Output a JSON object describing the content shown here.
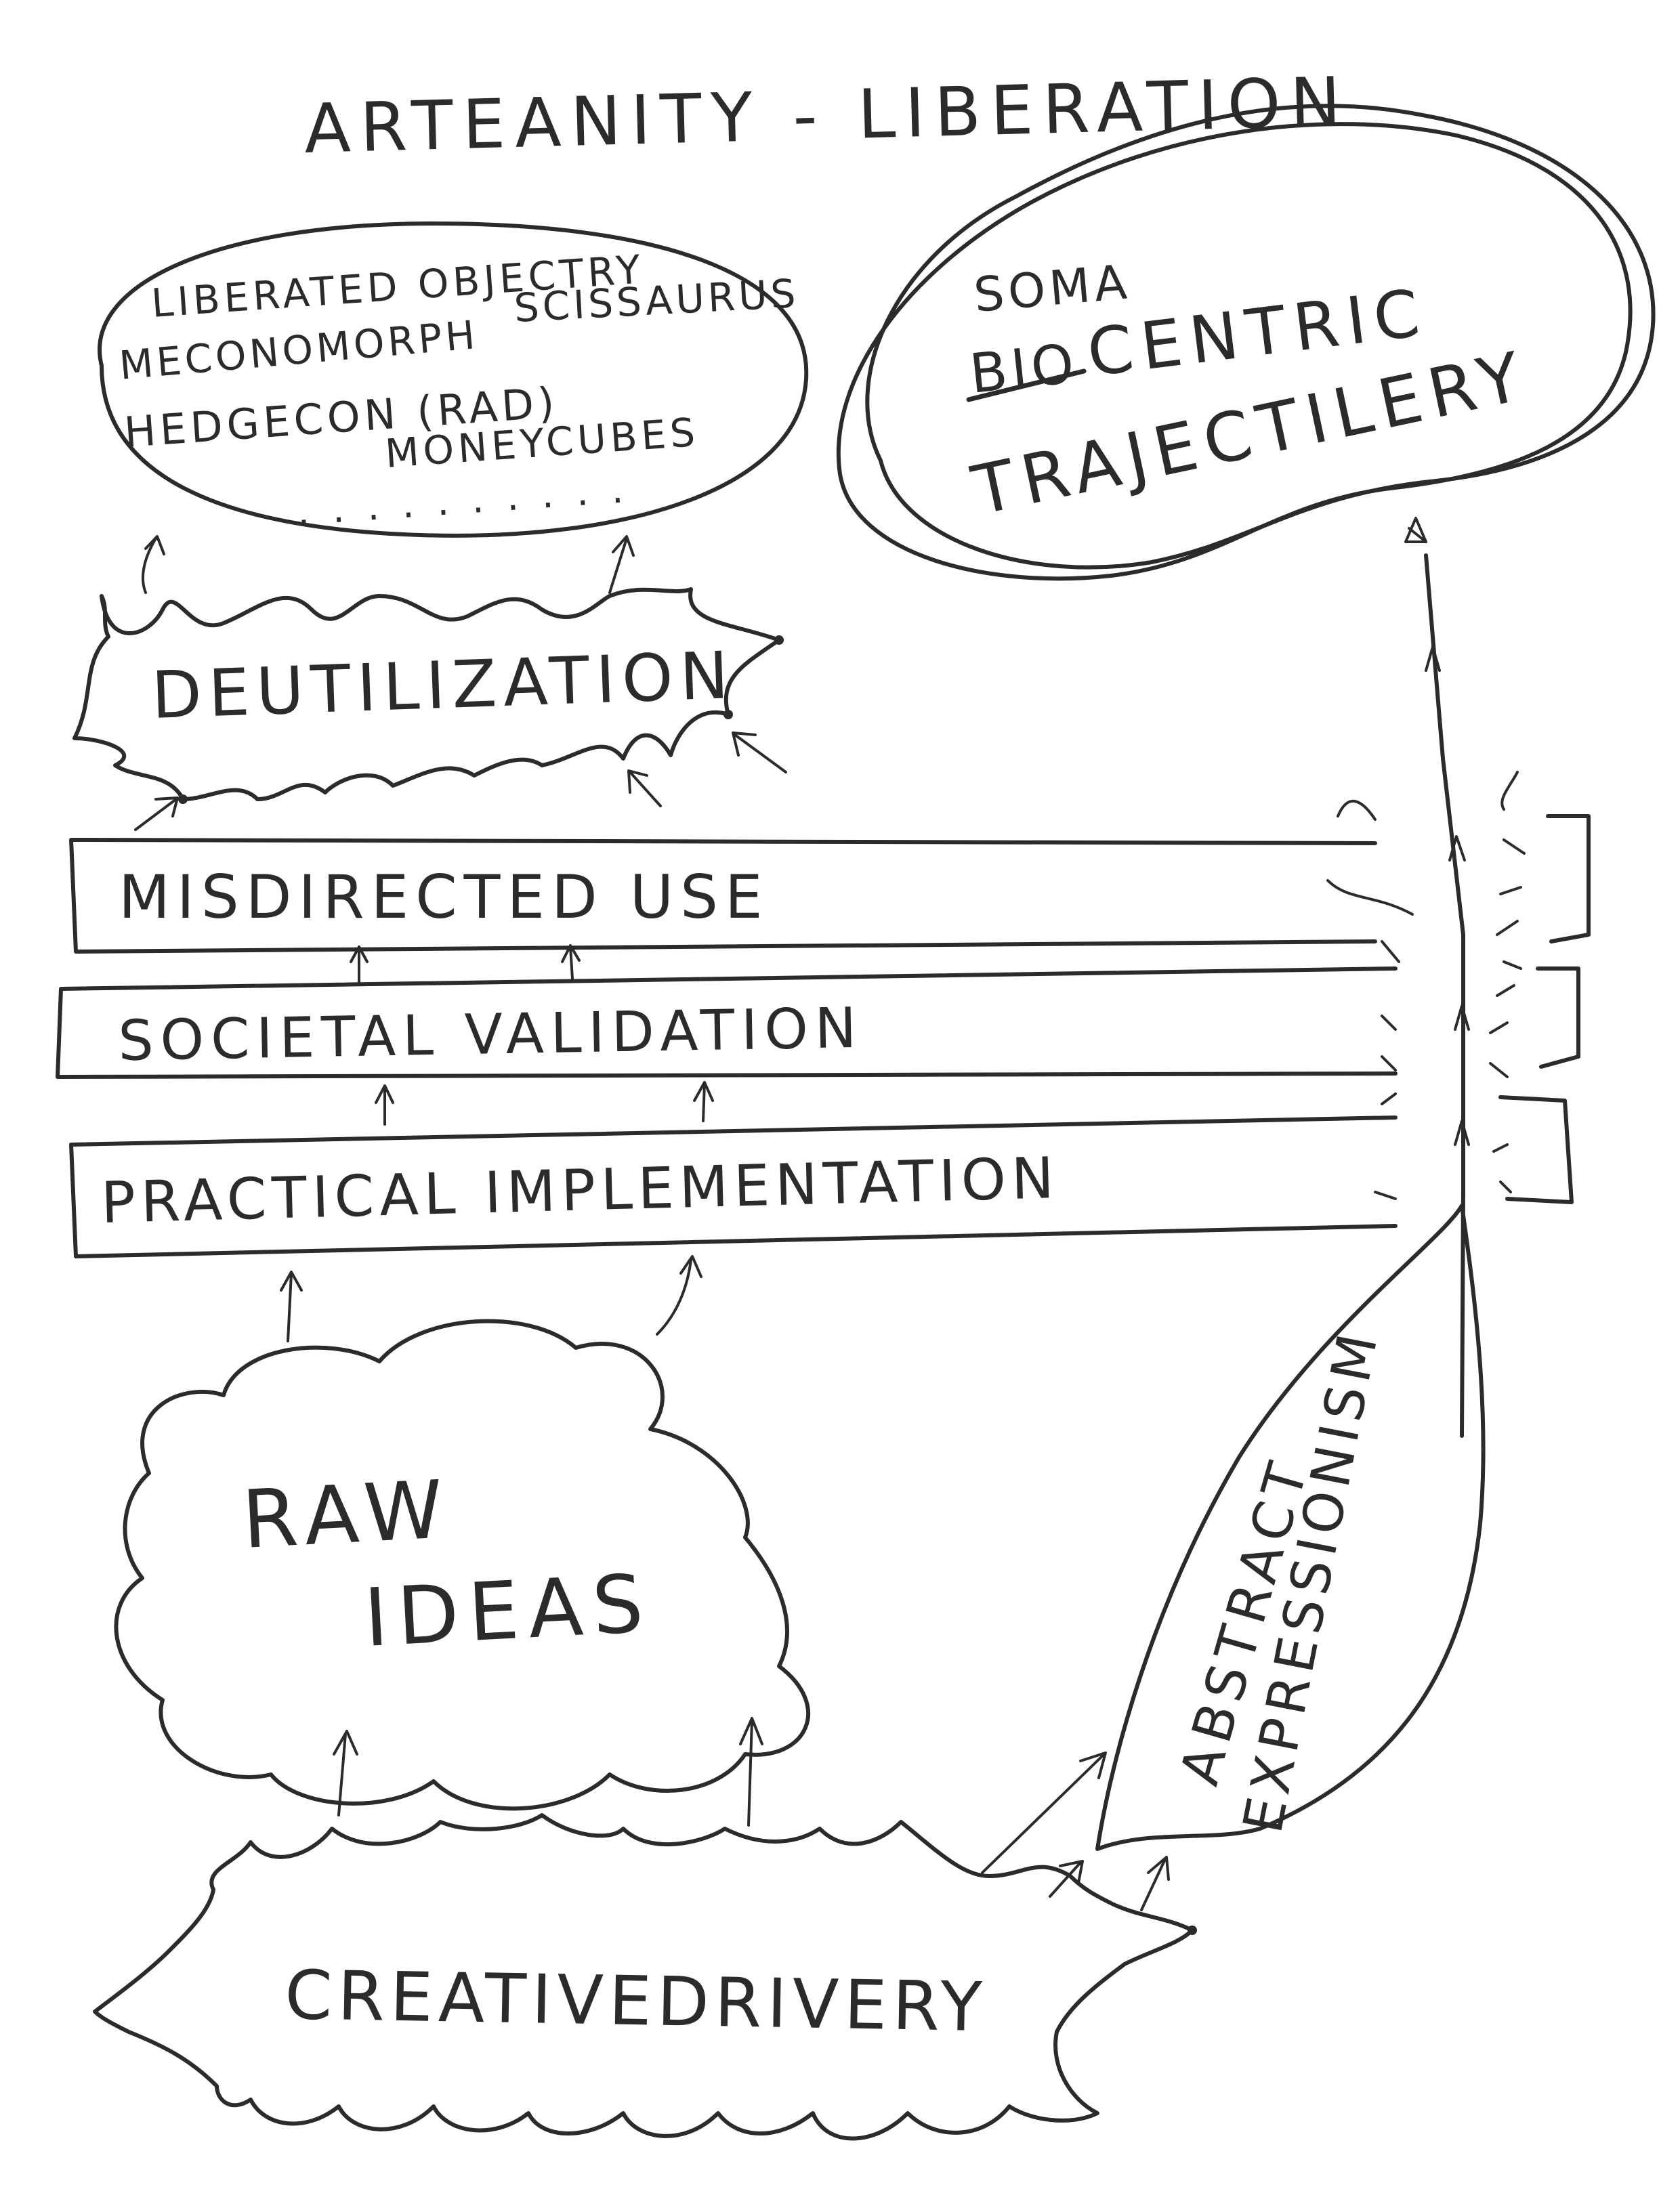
{
  "title": "ARTEANITY - LIBERATION",
  "liberated_cloud": {
    "line1": "LIBERATED OBJECTRY",
    "line2": "MECONOMORPH",
    "line2b": "SCISSAURUS",
    "line3": "HEDGECON (RAD)",
    "line4": "MONEYCUBES",
    "ellipsis": ". . . . . . . . . ."
  },
  "trajectilery_cloud": {
    "soma": "SOMA",
    "bio_struck": "BIO",
    "centric": "CENTRIC",
    "trajectilery": "TRAJECTILERY"
  },
  "deutilization": "DEUTILIZATION",
  "layers": {
    "misdirected_use": "MISDIRECTED USE",
    "societal_validation": "SOCIETAL VALIDATION",
    "practical_implementation": "PRACTICAL IMPLEMENTATION"
  },
  "raw_ideas": {
    "line1": "RAW",
    "line2": "IDEAS"
  },
  "abstract_expressionism": {
    "line1": "ABSTRACT",
    "line2": "EXPRESSIONISM"
  },
  "creative_drivery": "CREATIVEDRIVERY"
}
